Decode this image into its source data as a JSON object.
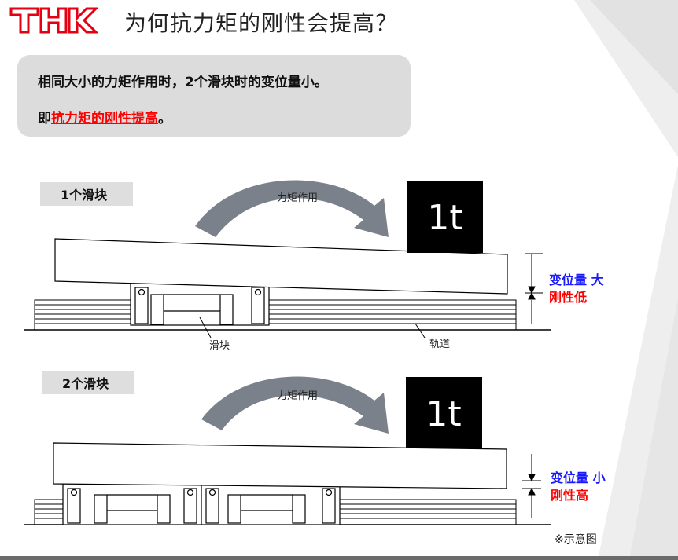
{
  "slide": {
    "title": "为何抗力矩的刚性会提高？",
    "logo_text": "THK",
    "callout": {
      "line1": "相同大小的力矩作用时，2个滑块时的变位量小。",
      "line2_prefix": "即",
      "line2_highlight": "抗力矩的刚性提高",
      "line2_suffix": "。"
    },
    "section1": {
      "label": "1个滑块",
      "moment_label": "力矩作用",
      "weight_label": "1t",
      "block_label": "滑块",
      "rail_label": "轨道",
      "disp_line1_a": "变位量",
      "disp_line1_b": "大",
      "disp_line2": "刚性低"
    },
    "section2": {
      "label": "2个滑块",
      "moment_label": "力矩作用",
      "weight_label": "1t",
      "disp_line1_a": "变位量",
      "disp_line1_b": "小",
      "disp_line2": "刚性高"
    },
    "note": "※示意图"
  },
  "colors": {
    "accent_red": "#ff0000",
    "accent_blue": "#1a1aff",
    "callout_bg": "#dcdcdc",
    "arrow_gray": "#7b818a",
    "weight_black": "#000000"
  }
}
